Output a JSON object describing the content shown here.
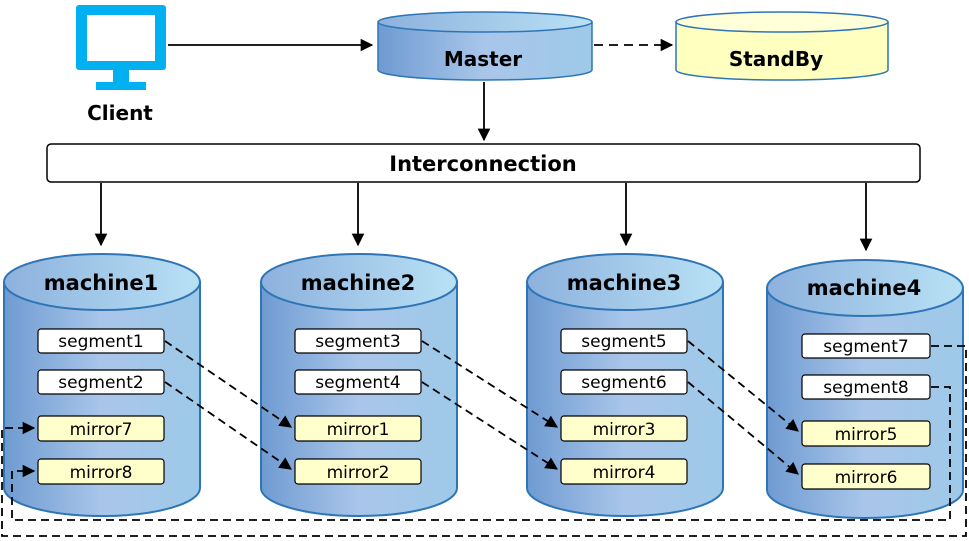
{
  "client": {
    "label": "Client"
  },
  "master": {
    "label": "Master"
  },
  "standby": {
    "label": "StandBy"
  },
  "interconnect": {
    "label": "Interconnection"
  },
  "machines": [
    {
      "label": "machine1",
      "segments": [
        "segment1",
        "segment2"
      ],
      "mirrors": [
        "mirror7",
        "mirror8"
      ]
    },
    {
      "label": "machine2",
      "segments": [
        "segment3",
        "segment4"
      ],
      "mirrors": [
        "mirror1",
        "mirror2"
      ]
    },
    {
      "label": "machine3",
      "segments": [
        "segment5",
        "segment6"
      ],
      "mirrors": [
        "mirror3",
        "mirror4"
      ]
    },
    {
      "label": "machine4",
      "segments": [
        "segment7",
        "segment8"
      ],
      "mirrors": [
        "mirror5",
        "mirror6"
      ]
    }
  ],
  "colors": {
    "client_monitor": "#00b0f0",
    "cylinder_blue": "#8fb4dc",
    "cylinder_border": "#2e75b6",
    "standby_fill": "#ffffc0",
    "mirror_fill": "#ffffcc"
  }
}
